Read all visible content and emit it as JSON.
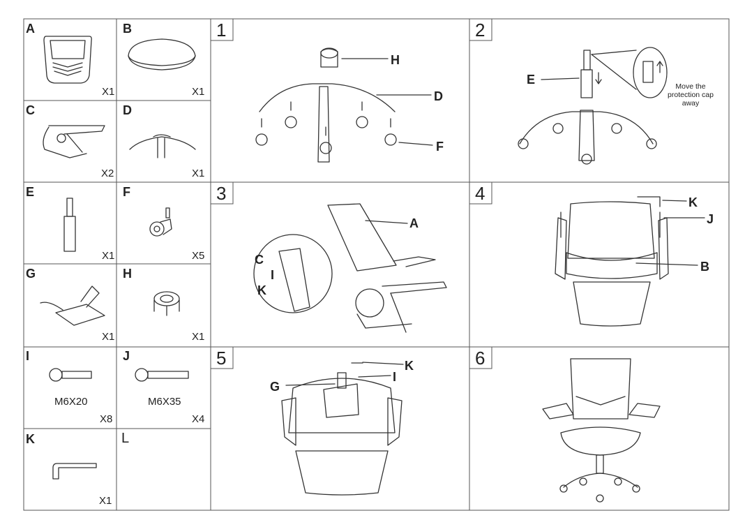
{
  "parts": [
    {
      "letter": "A",
      "qty": "X1"
    },
    {
      "letter": "B",
      "qty": "X1"
    },
    {
      "letter": "C",
      "qty": "X2"
    },
    {
      "letter": "D",
      "qty": "X1"
    },
    {
      "letter": "E",
      "qty": "X1"
    },
    {
      "letter": "F",
      "qty": "X5"
    },
    {
      "letter": "G",
      "qty": "X1"
    },
    {
      "letter": "H",
      "qty": "X1"
    },
    {
      "letter": "I",
      "qty": "X8",
      "spec": "M6X20"
    },
    {
      "letter": "J",
      "qty": "X4",
      "spec": "M6X35"
    },
    {
      "letter": "K",
      "qty": "X1"
    },
    {
      "letter": "L"
    }
  ],
  "steps": [
    {
      "number": "1",
      "callouts": [
        "H",
        "D",
        "F"
      ]
    },
    {
      "number": "2",
      "callouts": [
        "E"
      ],
      "note": "Move the protection cap away"
    },
    {
      "number": "3",
      "callouts": [
        "A",
        "C",
        "I",
        "K"
      ]
    },
    {
      "number": "4",
      "callouts": [
        "K",
        "J",
        "B"
      ]
    },
    {
      "number": "5",
      "callouts": [
        "K",
        "G",
        "I"
      ]
    },
    {
      "number": "6",
      "callouts": []
    }
  ]
}
